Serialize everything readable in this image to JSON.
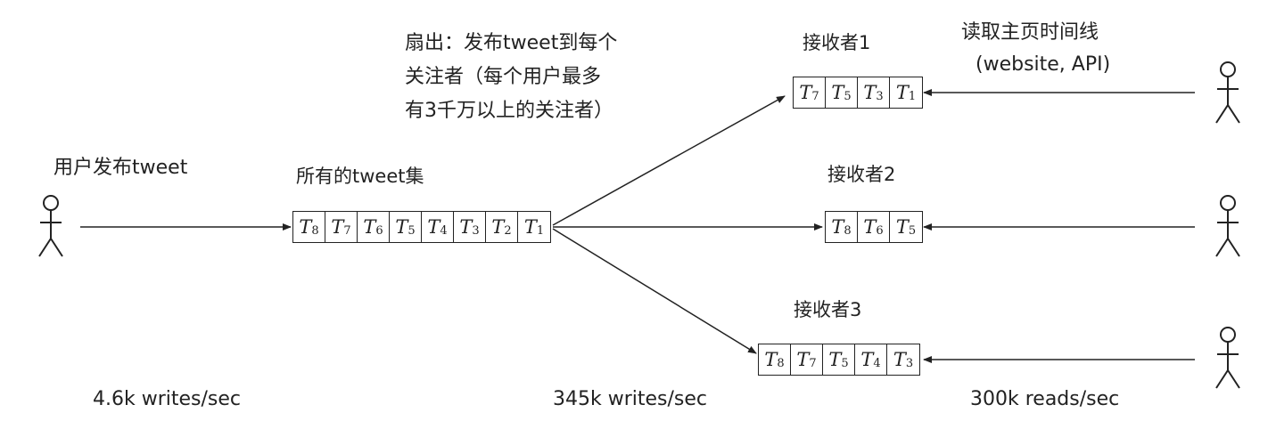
{
  "sender_label": "用户发布tweet",
  "all_tweets_label": "所有的tweet集",
  "fanout_note": [
    "扇出：发布tweet到每个",
    "关注者（每个用户最多",
    "有3千万以上的关注者）"
  ],
  "read_label": [
    "读取主页时间线",
    "(website, API)"
  ],
  "all_tweets": [
    "8",
    "7",
    "6",
    "5",
    "4",
    "3",
    "2",
    "1"
  ],
  "receivers": [
    {
      "label": "接收者1",
      "tweets": [
        "7",
        "5",
        "3",
        "1"
      ]
    },
    {
      "label": "接收者2",
      "tweets": [
        "8",
        "6",
        "5"
      ]
    },
    {
      "label": "接收者3",
      "tweets": [
        "8",
        "7",
        "5",
        "4",
        "3"
      ]
    }
  ],
  "stats": {
    "sender_rate": "4.6k writes/sec",
    "fanout_rate": "345k writes/sec",
    "read_rate": "300k reads/sec"
  },
  "tweet_prefix": "T",
  "icons": [
    "person-icon",
    "arrow-icon"
  ],
  "colors": {
    "ink": "#222222",
    "background": "#ffffff"
  }
}
